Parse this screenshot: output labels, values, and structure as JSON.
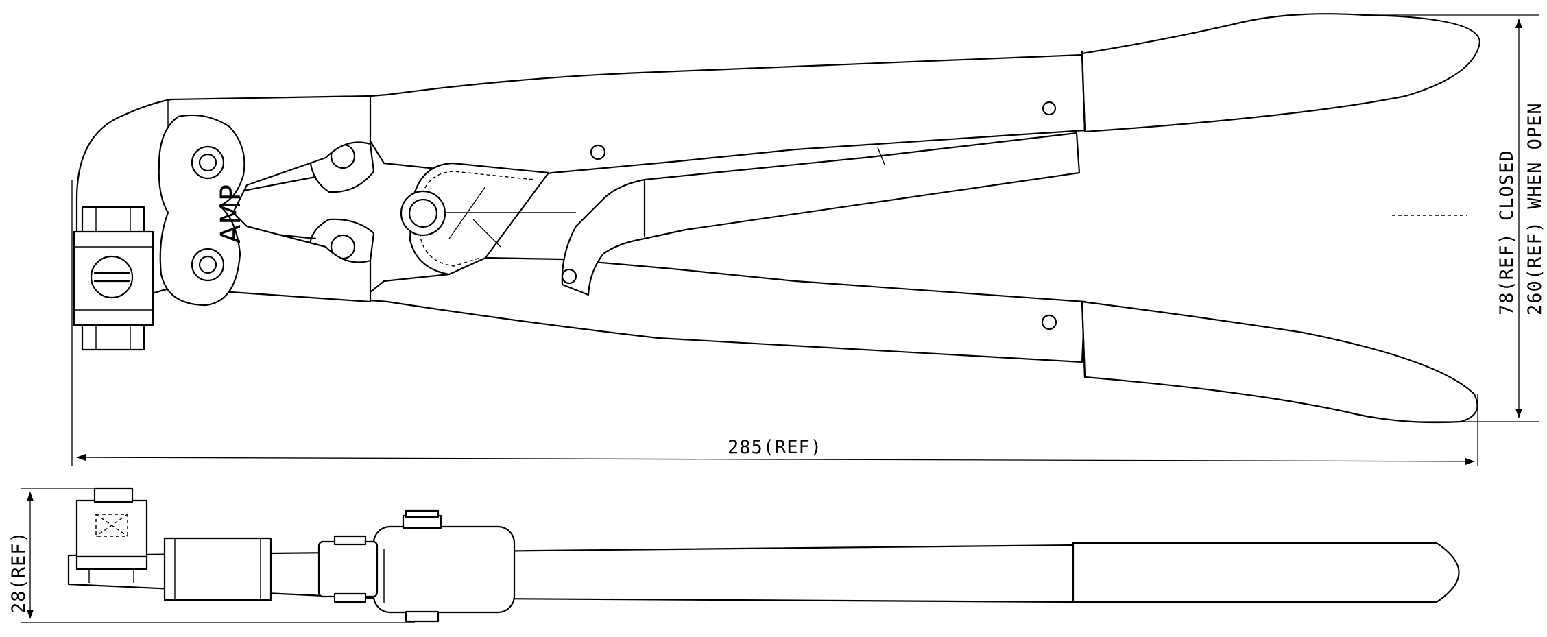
{
  "drawing": {
    "logo_text": "AMP",
    "dimensions": {
      "length_label": "285(REF)",
      "closed_label": "78(REF) CLOSED",
      "open_label": "260(REF) WHEN OPEN",
      "thickness_label": "28(REF)"
    }
  }
}
